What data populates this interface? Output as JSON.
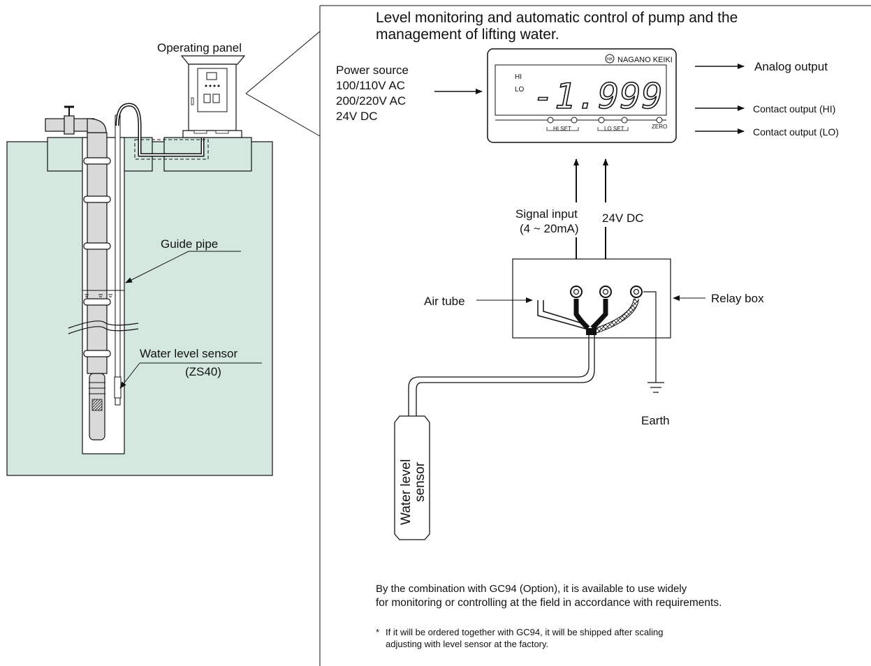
{
  "title_line1": "Level monitoring and  automatic control of pump and the",
  "title_line2": "management of lifting water.",
  "left": {
    "operating_panel_label": "Operating panel",
    "guide_pipe_label": "Guide pipe",
    "water_level_sensor_label": "Water level sensor",
    "sensor_model_label": "(ZS40)"
  },
  "power": {
    "label": "Power source",
    "options": [
      "100/110V AC",
      "200/220V AC",
      "24V DC"
    ]
  },
  "display": {
    "brand_logo": "NK",
    "brand": "NAGANO KEIKI",
    "hi_indicator": "HI",
    "lo_indicator": "LO",
    "reading": "-1.999",
    "hi_set": "HI SET",
    "lo_set": "LO SET",
    "zero": "ZERO"
  },
  "outputs": {
    "analog": "Analog output",
    "contact_hi": "Contact output (HI)",
    "contact_lo": "Contact output (LO)"
  },
  "signal_input_line1": "Signal input",
  "signal_input_line2": "(4 ~ 20mA)",
  "dc_supply": "24V DC",
  "air_tube_label": "Air tube",
  "relay_box_label": "Relay box",
  "earth_label": "Earth",
  "sensor_body_line1": "Water level",
  "sensor_body_line2": "sensor",
  "note_line1": "By the combination with GC94 (Option), it is available to use widely",
  "note_line2": "for monitoring or controlling at the field in accordance with requirements.",
  "footnote_mark": "*",
  "footnote_line1": "If it will be ordered together with GC94, it will be shipped after scaling",
  "footnote_line2": "adjusting with level sensor at the factory.",
  "colors": {
    "well_fill": "#d4e8df",
    "line": "#111111",
    "cable": "#111111"
  }
}
